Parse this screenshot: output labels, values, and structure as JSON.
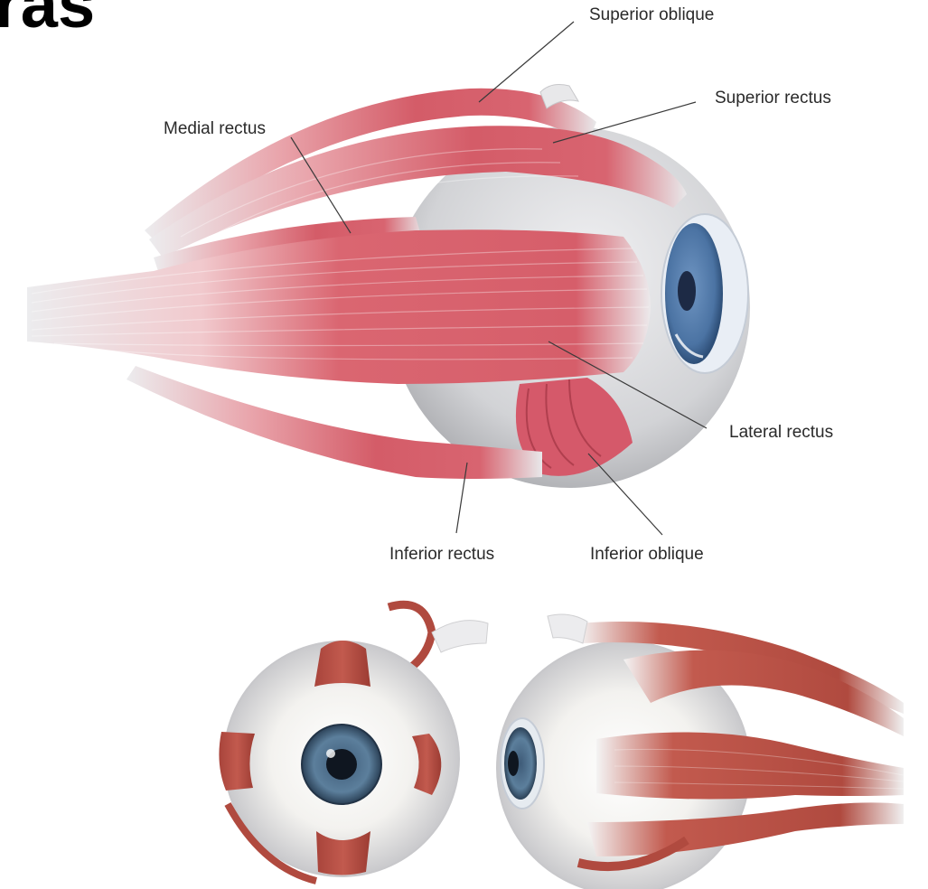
{
  "partial_title": "ras",
  "labels": {
    "superior_oblique": "Superior oblique",
    "superior_rectus": "Superior rectus",
    "medial_rectus": "Medial rectus",
    "lateral_rectus": "Lateral rectus",
    "inferior_rectus": "Inferior rectus",
    "inferior_oblique": "Inferior oblique"
  },
  "colors": {
    "muscle": "#d9616d",
    "muscle_dark": "#b8434f",
    "tendon": "#e6e6e8",
    "eyeball": "#d4d5d8",
    "iris": "#4e79a8",
    "pupil": "#1d2a45",
    "leader_line": "#3a3a3a"
  }
}
